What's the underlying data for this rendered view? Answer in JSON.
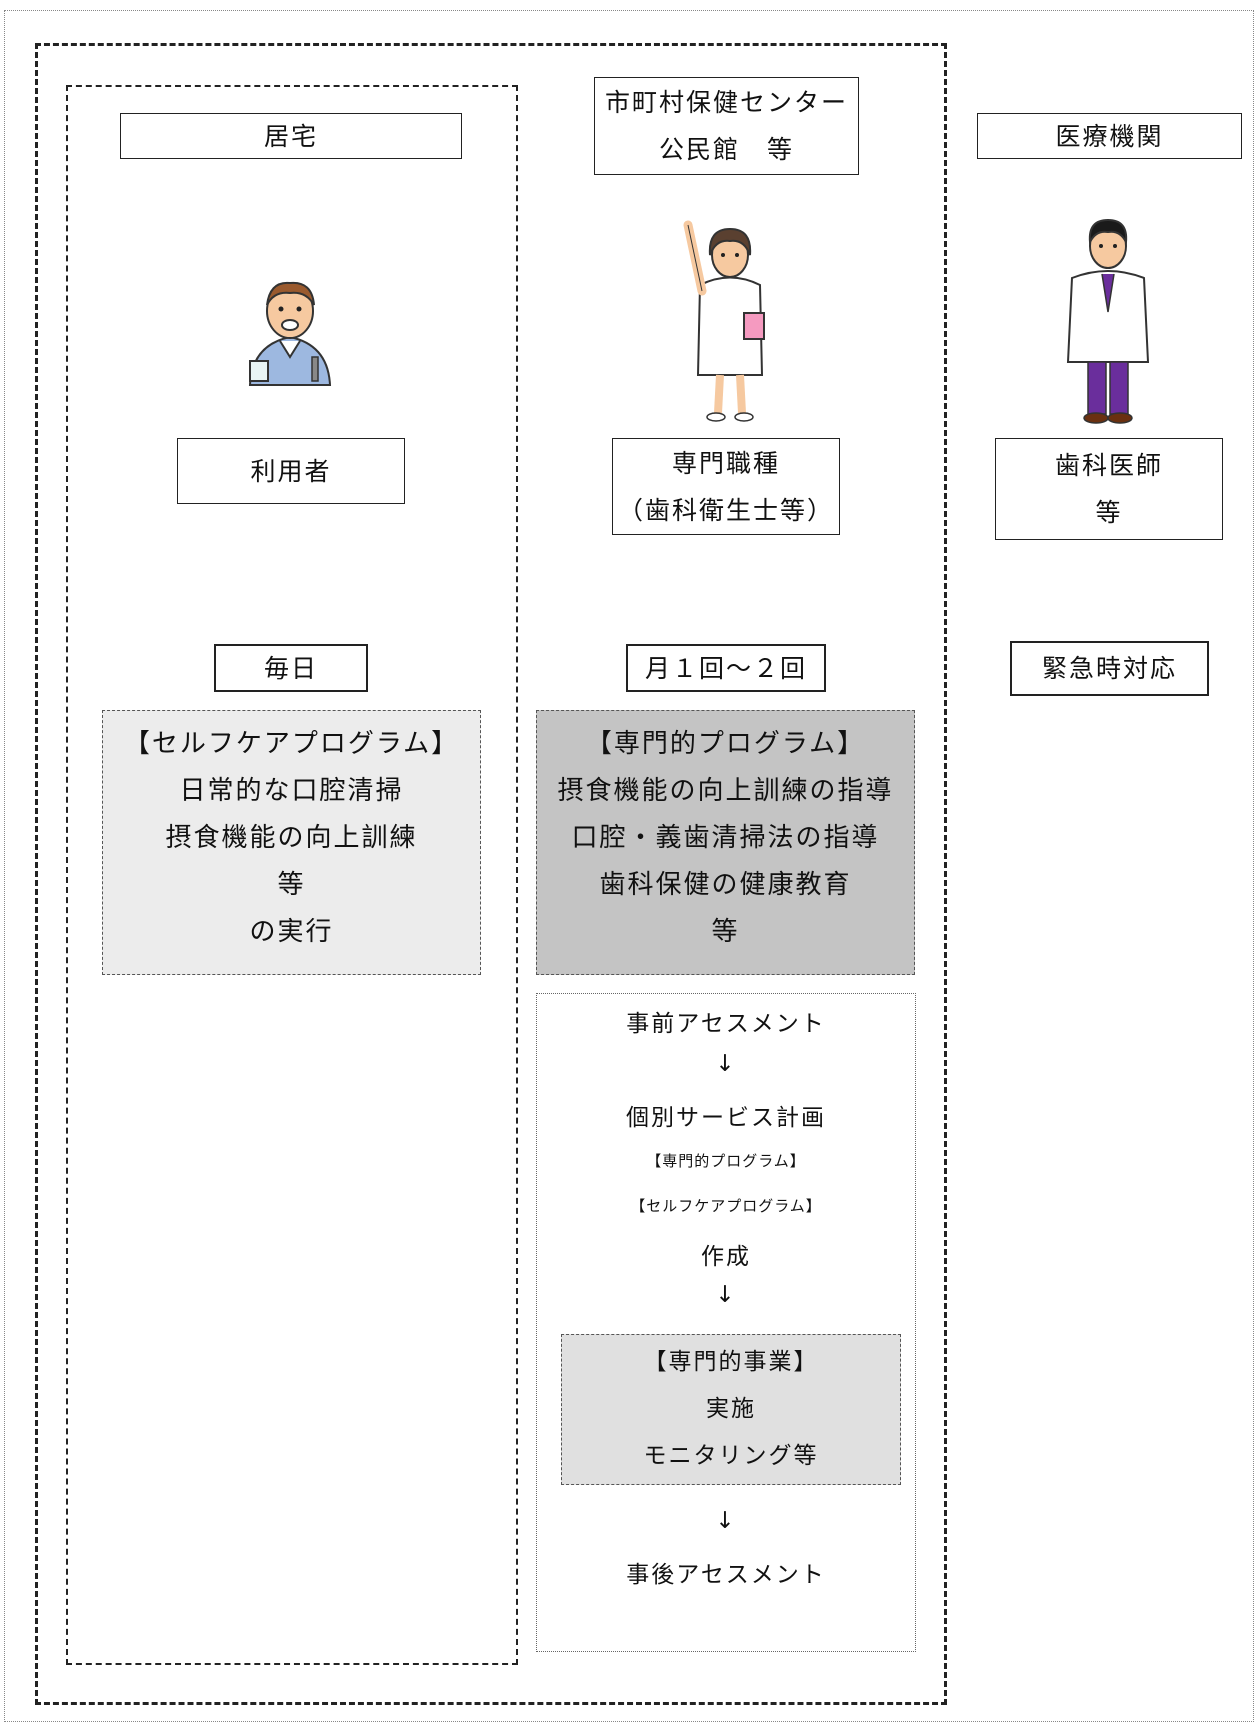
{
  "columns": {
    "home": {
      "header": "居宅",
      "role": "利用者",
      "frequency": "毎日",
      "program": [
        "【セルフケアプログラム】",
        "日常的な口腔清掃",
        "摂食機能の向上訓練",
        "等",
        "の実行"
      ]
    },
    "center": {
      "header": [
        "市町村保健センター",
        "公民館　等"
      ],
      "role": [
        "専門職種",
        "（歯科衛生士等）"
      ],
      "frequency": "月１回～２回",
      "program": [
        "【専門的プログラム】",
        "摂食機能の向上訓練の指導",
        "口腔・義歯清掃法の指導",
        "歯科保健の健康教育",
        "等"
      ]
    },
    "medical": {
      "header": "医療機関",
      "role": [
        "歯科医師",
        "等"
      ],
      "frequency": "緊急時対応"
    }
  },
  "flow": {
    "pre_assessment": "事前アセスメント",
    "arrow": "↓",
    "plan": "個別サービス計画",
    "plan_item1": "【専門的プログラム】",
    "plan_item2": "【セルフケアプログラム】",
    "create": "作成",
    "project": [
      "【専門的事業】",
      "実施",
      "モニタリング等"
    ],
    "post_assessment": "事後アセスメント"
  },
  "icons": [
    "user-person-icon",
    "nurse-hygienist-icon",
    "dentist-doctor-icon"
  ]
}
